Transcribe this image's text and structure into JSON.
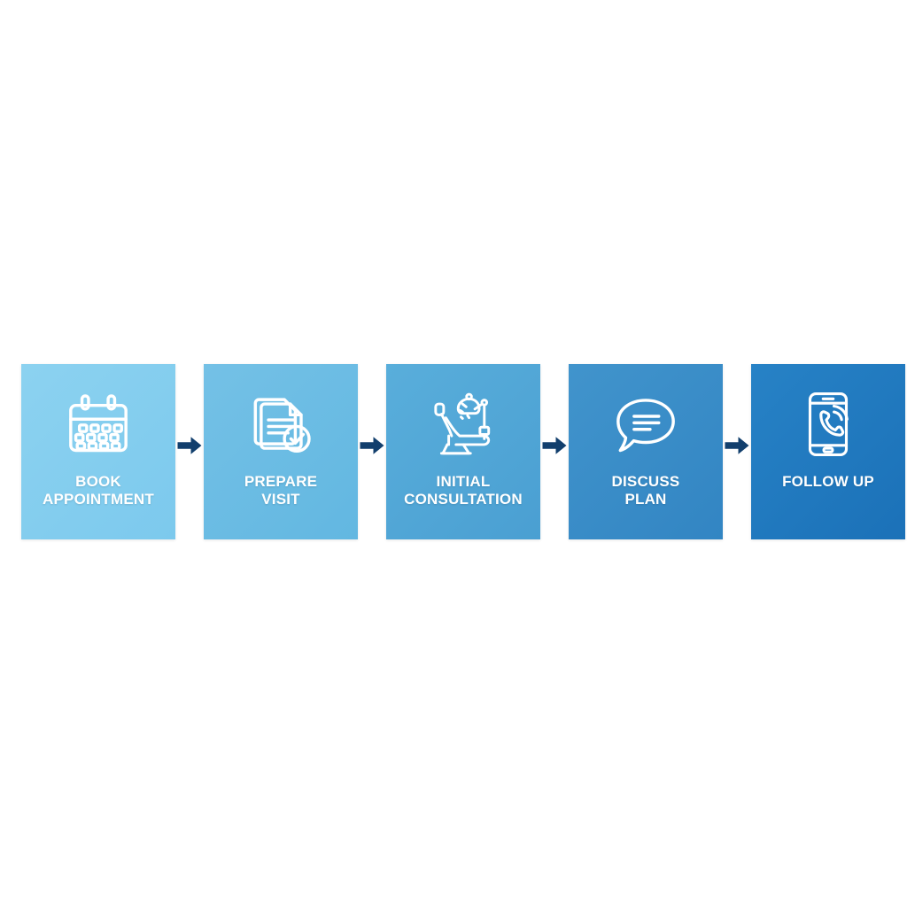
{
  "diagram": {
    "type": "horizontal-process-flow",
    "title": "",
    "background_color": "#ffffff",
    "arrow_color": "#123F6D",
    "label_color": "#ffffff",
    "steps": [
      {
        "index": 1,
        "label": "BOOK\nAPPOINTMENT",
        "icon": "calendar-icon",
        "color": "#86CFEF",
        "color_end": "#7CC9ED"
      },
      {
        "index": 2,
        "label": "PREPARE\nVISIT",
        "icon": "document-check-icon",
        "color": "#6FBEE4",
        "color_end": "#62B7E1"
      },
      {
        "index": 3,
        "label": "INITIAL\nCONSULTATION",
        "icon": "dental-chair-icon",
        "color": "#52A8D8",
        "color_end": "#4A9FD2"
      },
      {
        "index": 4,
        "label": "DISCUSS\nPLAN",
        "icon": "speech-bubble-icon",
        "color": "#3A8DC8",
        "color_end": "#3285C3"
      },
      {
        "index": 5,
        "label": "FOLLOW UP",
        "icon": "mobile-phone-call-icon",
        "color": "#1F78BE",
        "color_end": "#1B71B8"
      }
    ],
    "connectors": [
      {
        "index": 1,
        "icon": "arrow-right-icon"
      },
      {
        "index": 2,
        "icon": "arrow-right-icon"
      },
      {
        "index": 3,
        "icon": "arrow-right-icon"
      },
      {
        "index": 4,
        "icon": "arrow-right-icon"
      }
    ]
  }
}
